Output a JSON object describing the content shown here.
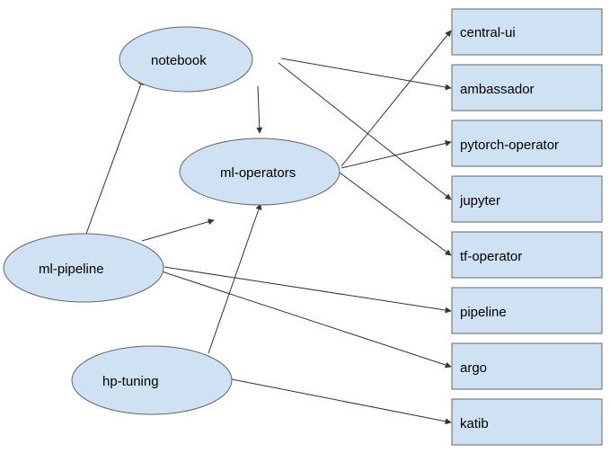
{
  "diagram": {
    "colors": {
      "node_fill": "#cfe2f3",
      "node_stroke": "#666666",
      "edge": "#333333"
    },
    "nodes": {
      "notebook": "notebook",
      "ml_operators": "ml-operators",
      "ml_pipeline": "ml-pipeline",
      "hp_tuning": "hp-tuning",
      "central_ui": "central-ui",
      "ambassador": "ambassador",
      "pytorch_operator": "pytorch-operator",
      "jupyter": "jupyter",
      "tf_operator": "tf-operator",
      "pipeline": "pipeline",
      "argo": "argo",
      "katib": "katib"
    },
    "edges": [
      {
        "from": "notebook",
        "to": "ml-operators"
      },
      {
        "from": "notebook",
        "to": "ambassador"
      },
      {
        "from": "notebook",
        "to": "jupyter"
      },
      {
        "from": "ml-operators",
        "to": "central-ui"
      },
      {
        "from": "ml-operators",
        "to": "pytorch-operator"
      },
      {
        "from": "ml-operators",
        "to": "tf-operator"
      },
      {
        "from": "ml-pipeline",
        "to": "notebook"
      },
      {
        "from": "ml-pipeline",
        "to": "ml-operators"
      },
      {
        "from": "ml-pipeline",
        "to": "pipeline"
      },
      {
        "from": "ml-pipeline",
        "to": "argo"
      },
      {
        "from": "hp-tuning",
        "to": "ml-operators"
      },
      {
        "from": "hp-tuning",
        "to": "katib"
      }
    ]
  }
}
